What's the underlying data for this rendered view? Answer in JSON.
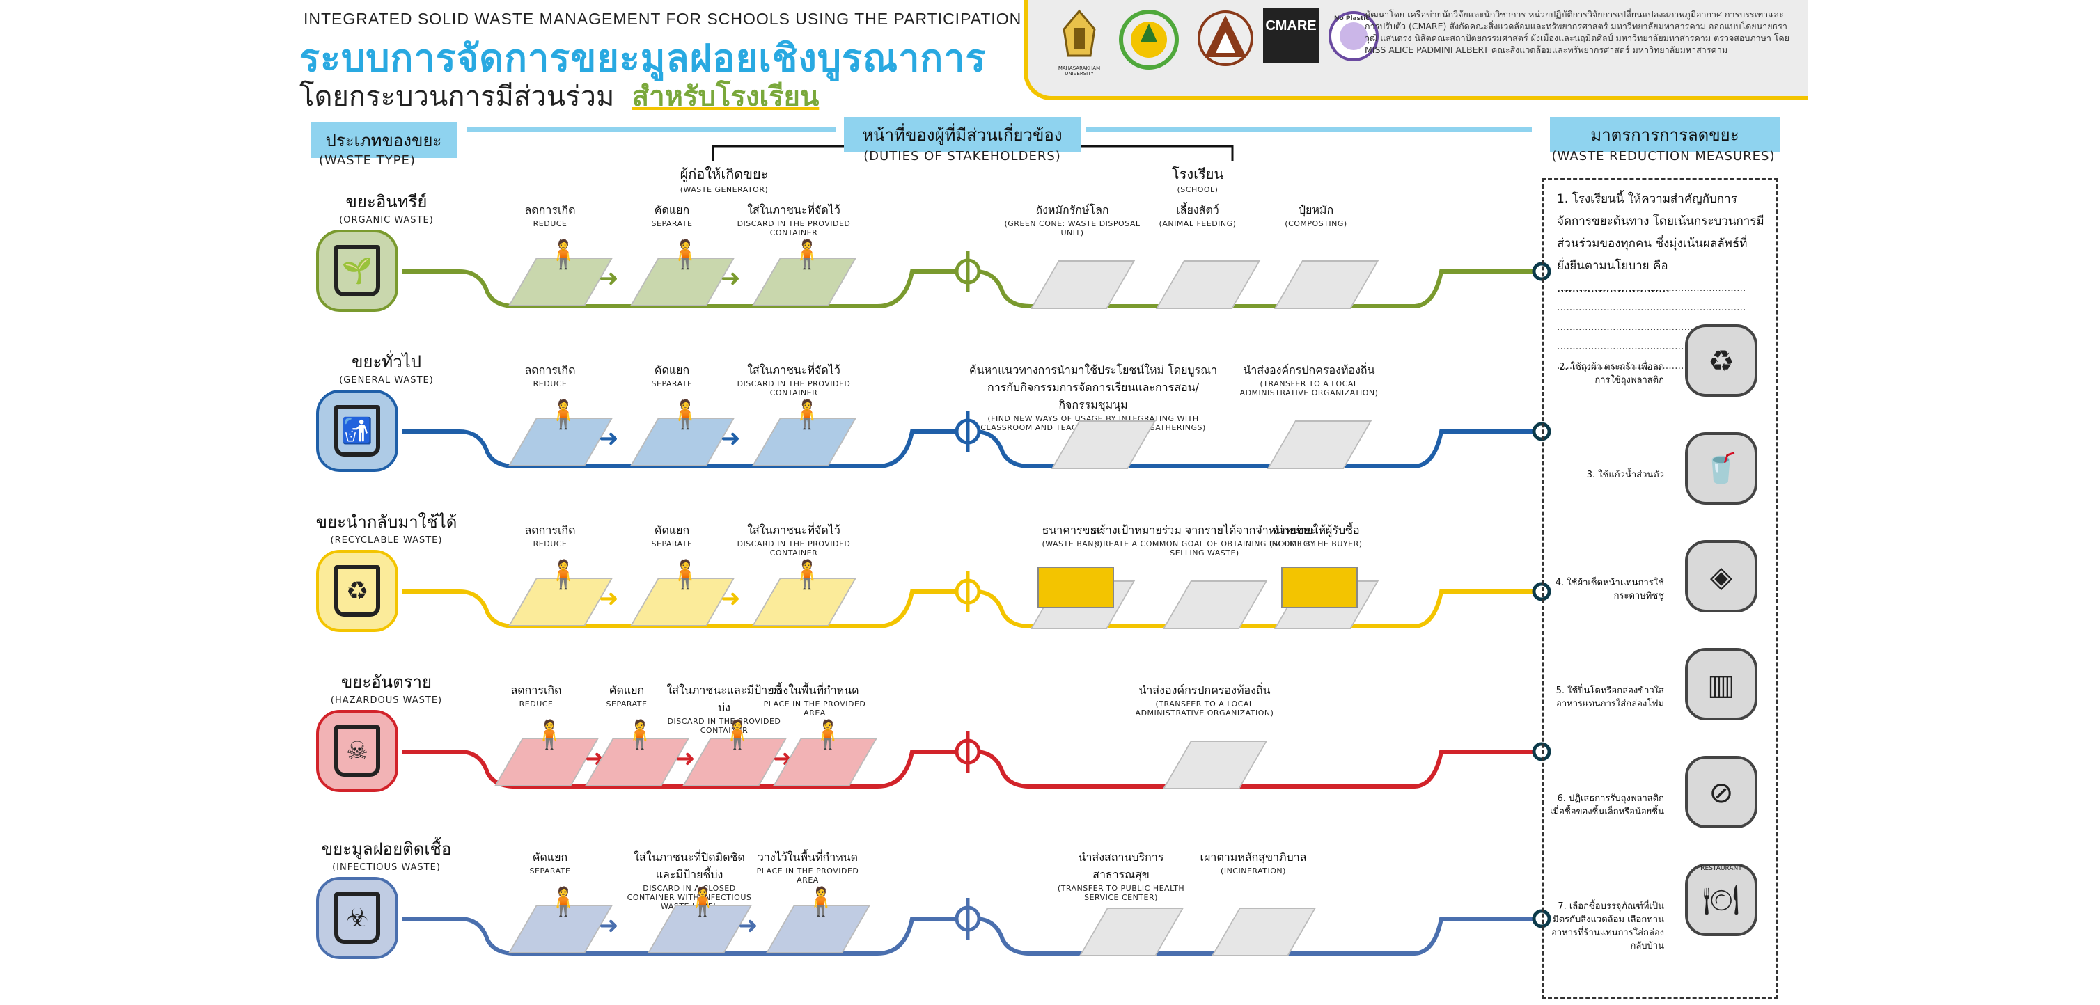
{
  "header": {
    "title_en": "INTEGRATED SOLID WASTE MANAGEMENT FOR SCHOOLS USING THE PARTICIPATION PROCESS",
    "title_th": "ระบบการจัดการขยะมูลฝอยเชิงบูรณาการ",
    "subtitle_th_prefix": "โดยกระบวนการมีส่วนร่วม",
    "subtitle_th_highlight": "สำหรับโรงเรียน",
    "logos": [
      {
        "name": "mahasarakham-university-logo",
        "text": "MAHASARAKHAM UNIVERSITY"
      },
      {
        "name": "environment-green-logo",
        "text": ""
      },
      {
        "name": "architecture-faculty-logo",
        "text": ""
      },
      {
        "name": "cmare-logo",
        "text": "CMARE"
      },
      {
        "name": "no-plastic-logo",
        "text": "No Plastic"
      }
    ],
    "credit_text": "พัฒนาโดย เครือข่ายนักวิจัยและนักวิชาการ หน่วยปฏิบัติการวิจัยการเปลี่ยนแปลงสภาพภูมิอากาศ การบรรเทาและการปรับตัว (CMARE) สังกัดคณะสิ่งแวดล้อมและทรัพยากรศาสตร์ มหาวิทยาลัยมหาสารคาม ออกแบบโดยนายธราวุฒิ แสนตรง นิสิตคณะสถาปัตยกรรมศาสตร์ ผังเมืองและนฤมิตศิลป์ มหาวิทยาลัยมหาสารคาม ตรวจสอบภาษา โดย MISS ALICE PADMINI ALBERT คณะสิ่งแวดล้อมและทรัพยากรศาสตร์ มหาวิทยาลัยมหาสารคาม"
  },
  "sections": {
    "waste_type": {
      "th": "ประเภทของขยะ",
      "en": "(WASTE TYPE)"
    },
    "duties": {
      "th": "หน้าที่ของผู้ที่มีส่วนเกี่ยวข้อง",
      "en": "(DUTIES OF STAKEHOLDERS)"
    },
    "generator": {
      "th": "ผู้ก่อให้เกิดขยะ",
      "en": "(WASTE GENERATOR)"
    },
    "school": {
      "th": "โรงเรียน",
      "en": "(SCHOOL)"
    },
    "measures": {
      "th": "มาตรการการลดขยะ",
      "en": "(WASTE REDUCTION MEASURES)"
    }
  },
  "categories": [
    {
      "th": "ขยะอินทรีย์",
      "en": "(ORGANIC WASTE)",
      "color": "#7a9a2e",
      "bg": "#c9d7ad",
      "icon": "organic-bin-icon",
      "glyph": "🌱",
      "steps": [
        {
          "th": "ลดการเกิด",
          "en": "REDUCE"
        },
        {
          "th": "คัดแยก",
          "en": "SEPARATE"
        },
        {
          "th": "ใส่ในภาชนะที่จัดไว้",
          "en": "DISCARD IN THE PROVIDED CONTAINER"
        }
      ],
      "school_steps": [
        {
          "th": "ถังหมักรักษ์โลก",
          "en": "(GREEN CONE: WASTE DISPOSAL UNIT)"
        },
        {
          "th": "เลี้ยงสัตว์",
          "en": "(ANIMAL FEEDING)"
        },
        {
          "th": "ปุ๋ยหมัก",
          "en": "(COMPOSTING)"
        }
      ]
    },
    {
      "th": "ขยะทั่วไป",
      "en": "(GENERAL WASTE)",
      "color": "#1f5fa8",
      "bg": "#aecbe6",
      "icon": "general-bin-icon",
      "glyph": "🚮",
      "steps": [
        {
          "th": "ลดการเกิด",
          "en": "REDUCE"
        },
        {
          "th": "คัดแยก",
          "en": "SEPARATE"
        },
        {
          "th": "ใส่ในภาชนะที่จัดไว้",
          "en": "DISCARD IN THE PROVIDED CONTAINER"
        }
      ],
      "school_steps": [
        {
          "th": "ค้นหาแนวทางการนำมาใช้ประโยชน์ใหม่ โดยบูรณาการกับกิจกรรมการจัดการเรียนและการสอน/กิจกรรมชุมนุม",
          "en": "(FIND NEW WAYS OF USAGE BY INTEGRATING WITH CLASSROOM AND TEACHING ACTIVITIES/GATHERINGS)"
        },
        {
          "th": "นำส่งองค์กรปกครองท้องถิ่น",
          "en": "(TRANSFER TO A LOCAL ADMINISTRATIVE ORGANIZATION)"
        }
      ]
    },
    {
      "th": "ขยะนำกลับมาใช้ได้",
      "en": "(RECYCLABLE WASTE)",
      "color": "#f3c400",
      "bg": "#fbeb9a",
      "icon": "recycle-bin-icon",
      "glyph": "♻",
      "steps": [
        {
          "th": "ลดการเกิด",
          "en": "REDUCE"
        },
        {
          "th": "คัดแยก",
          "en": "SEPARATE"
        },
        {
          "th": "ใส่ในภาชนะที่จัดไว้",
          "en": "DISCARD IN THE PROVIDED CONTAINER"
        }
      ],
      "school_steps": [
        {
          "th": "ธนาคารขยะ",
          "en": "(WASTE BANK)"
        },
        {
          "th": "สร้างเป้าหมายร่วม จากรายได้จากจำหน่ายขยะ",
          "en": "(CREATE A COMMON GOAL OF OBTAINING INCOME BY SELLING WASTE)"
        },
        {
          "th": "จำหน่ายให้ผู้รับซื้อ",
          "en": "(SOLD TO THE BUYER)"
        }
      ]
    },
    {
      "th": "ขยะอันตราย",
      "en": "(HAZARDOUS WASTE)",
      "color": "#d2232a",
      "bg": "#f2b3b5",
      "icon": "hazard-bin-icon",
      "glyph": "☠",
      "steps": [
        {
          "th": "ลดการเกิด",
          "en": "REDUCE"
        },
        {
          "th": "คัดแยก",
          "en": "SEPARATE"
        },
        {
          "th": "ใส่ในภาชนะและมีป้ายชี้บ่ง",
          "en": "DISCARD IN THE PROVIDED CONTAINER"
        },
        {
          "th": "วางในพื้นที่กำหนด",
          "en": "PLACE IN THE PROVIDED AREA"
        }
      ],
      "school_steps": [
        {
          "th": "นำส่งองค์กรปกครองท้องถิ่น",
          "en": "(TRANSFER TO A LOCAL ADMINISTRATIVE ORGANIZATION)"
        }
      ]
    },
    {
      "th": "ขยะมูลฝอยติดเชื้อ",
      "en": "(INFECTIOUS WASTE)",
      "color": "#4a6fae",
      "bg": "#c0cce3",
      "icon": "biohazard-bin-icon",
      "glyph": "☣",
      "steps": [
        {
          "th": "คัดแยก",
          "en": "SEPARATE"
        },
        {
          "th": "ใส่ในภาชนะที่ปิดมิดชิดและมีป้ายชี้บ่ง",
          "en": "DISCARD IN A CLOSED CONTAINER WITH INFECTIOUS WASTE LABEL"
        },
        {
          "th": "วางไว้ในพื้นที่กำหนด",
          "en": "PLACE IN THE PROVIDED AREA"
        }
      ],
      "school_steps": [
        {
          "th": "นำส่งสถานบริการสาธารณสุข",
          "en": "(TRANSFER TO PUBLIC HEALTH SERVICE CENTER)"
        },
        {
          "th": "เผาตามหลักสุขาภิบาล",
          "en": "(INCINERATION)"
        }
      ]
    }
  ],
  "measures": {
    "intro": "1. โรงเรียนนี้ ให้ความสำคัญกับการจัดการขยะต้นทาง โดยเน้นกระบวนการมีส่วนร่วมของทุกคน ซึ่งมุ่งเน้นผลลัพธ์ที่ยั่งยืนตามนโยบาย คือ ..............................",
    "blank": ".............................................................",
    "items": [
      {
        "label": "2. ใช้ถุงผ้า ตระกร้า เพื่อลดการใช้ถุงพลาสติก",
        "icon": "cloth-bag-icon",
        "glyph": "♻"
      },
      {
        "label": "3. ใช้แก้วน้ำส่วนตัว",
        "icon": "cup-icon",
        "glyph": "🥤"
      },
      {
        "label": "4. ใช้ผ้าเช็ดหน้าแทนการใช้กระดาษทิชชู่",
        "icon": "handkerchief-icon",
        "glyph": "◈"
      },
      {
        "label": "5. ใช้ปิ่นโตหรือกล่องข้าวใส่อาหารแทนการใส่กล่องโฟม",
        "icon": "lunchbox-icon",
        "glyph": "▥"
      },
      {
        "label": "6. ปฏิเสธการรับถุงพลาสติกเมื่อซื้อของชิ้นเล็กหรือน้อยชิ้น",
        "icon": "no-plastic-bag-icon",
        "glyph": "⊘"
      },
      {
        "label": "7. เลือกซื้อบรรจุภัณฑ์ที่เป็นมิตรกับสิ่งแวดล้อม เลือกทานอาหารที่ร้านแทนการใส่กล่องกลับบ้าน",
        "icon": "restaurant-icon",
        "glyph": "🍽",
        "badge": "RESTAURANT"
      }
    ]
  }
}
